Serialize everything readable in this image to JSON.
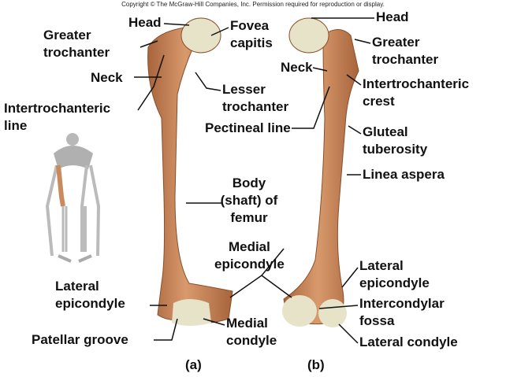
{
  "copyright": "Copyright © The McGraw-Hill Companies, Inc. Permission required for reproduction or display.",
  "anterior": {
    "head": "Head",
    "greater_trochanter": [
      "Greater",
      "trochanter"
    ],
    "neck": "Neck",
    "intertrochanteric_line": [
      "Intertrochanteric",
      "line"
    ],
    "fovea_capitis": [
      "Fovea",
      "capitis"
    ],
    "lesser_trochanter": [
      "Lesser",
      "trochanter"
    ],
    "body": [
      "Body",
      "(shaft) of",
      "femur"
    ],
    "medial_epicondyle": [
      "Medial",
      "epicondyle"
    ],
    "lateral_epicondyle": [
      "Lateral",
      "epicondyle"
    ],
    "patellar_groove": "Patellar groove",
    "medial_condyle": [
      "Medial",
      "condyle"
    ],
    "caption": "(a)"
  },
  "posterior": {
    "head": "Head",
    "greater_trochanter": [
      "Greater",
      "trochanter"
    ],
    "neck": "Neck",
    "intertrochanteric_crest": [
      "Intertrochanteric",
      "crest"
    ],
    "pectineal_line": "Pectineal line",
    "gluteal_tuberosity": [
      "Gluteal",
      "tuberosity"
    ],
    "linea_aspera": "Linea aspera",
    "lateral_epicondyle": [
      "Lateral",
      "epicondyle"
    ],
    "intercondylar_fossa": [
      "Intercondylar",
      "fossa"
    ],
    "lateral_condyle": "Lateral condyle",
    "caption": "(b)"
  },
  "colors": {
    "bone": "#c98a5e",
    "bone_dark": "#a8643c",
    "cartilage": "#e6e3c8",
    "skeleton": "#b8b8b8"
  }
}
